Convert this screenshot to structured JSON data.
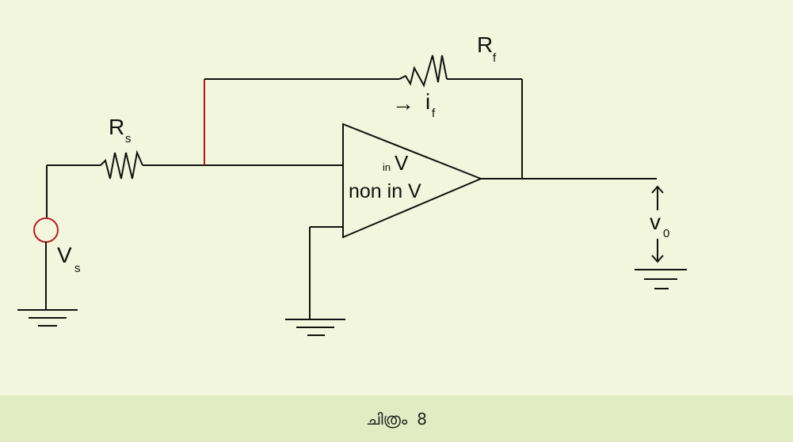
{
  "diagram": {
    "labels": {
      "rs_main": "R",
      "rs_sub": "s",
      "rf_main": "R",
      "rf_sub": "f",
      "if_arrow": "→",
      "if_main": "i",
      "if_sub": "f",
      "vs_main": "V",
      "vs_sub": "s",
      "inv_sub": "in",
      "inv_main": "V",
      "noninv": "non in V",
      "vo_main": "v",
      "vo_sub": "0"
    },
    "colors": {
      "wire": "#111111",
      "highlight_wire": "#b01818",
      "source": "#b52020",
      "background": "#f1f6dc"
    }
  },
  "caption": {
    "label": "ചിത്രം",
    "number": "8"
  }
}
